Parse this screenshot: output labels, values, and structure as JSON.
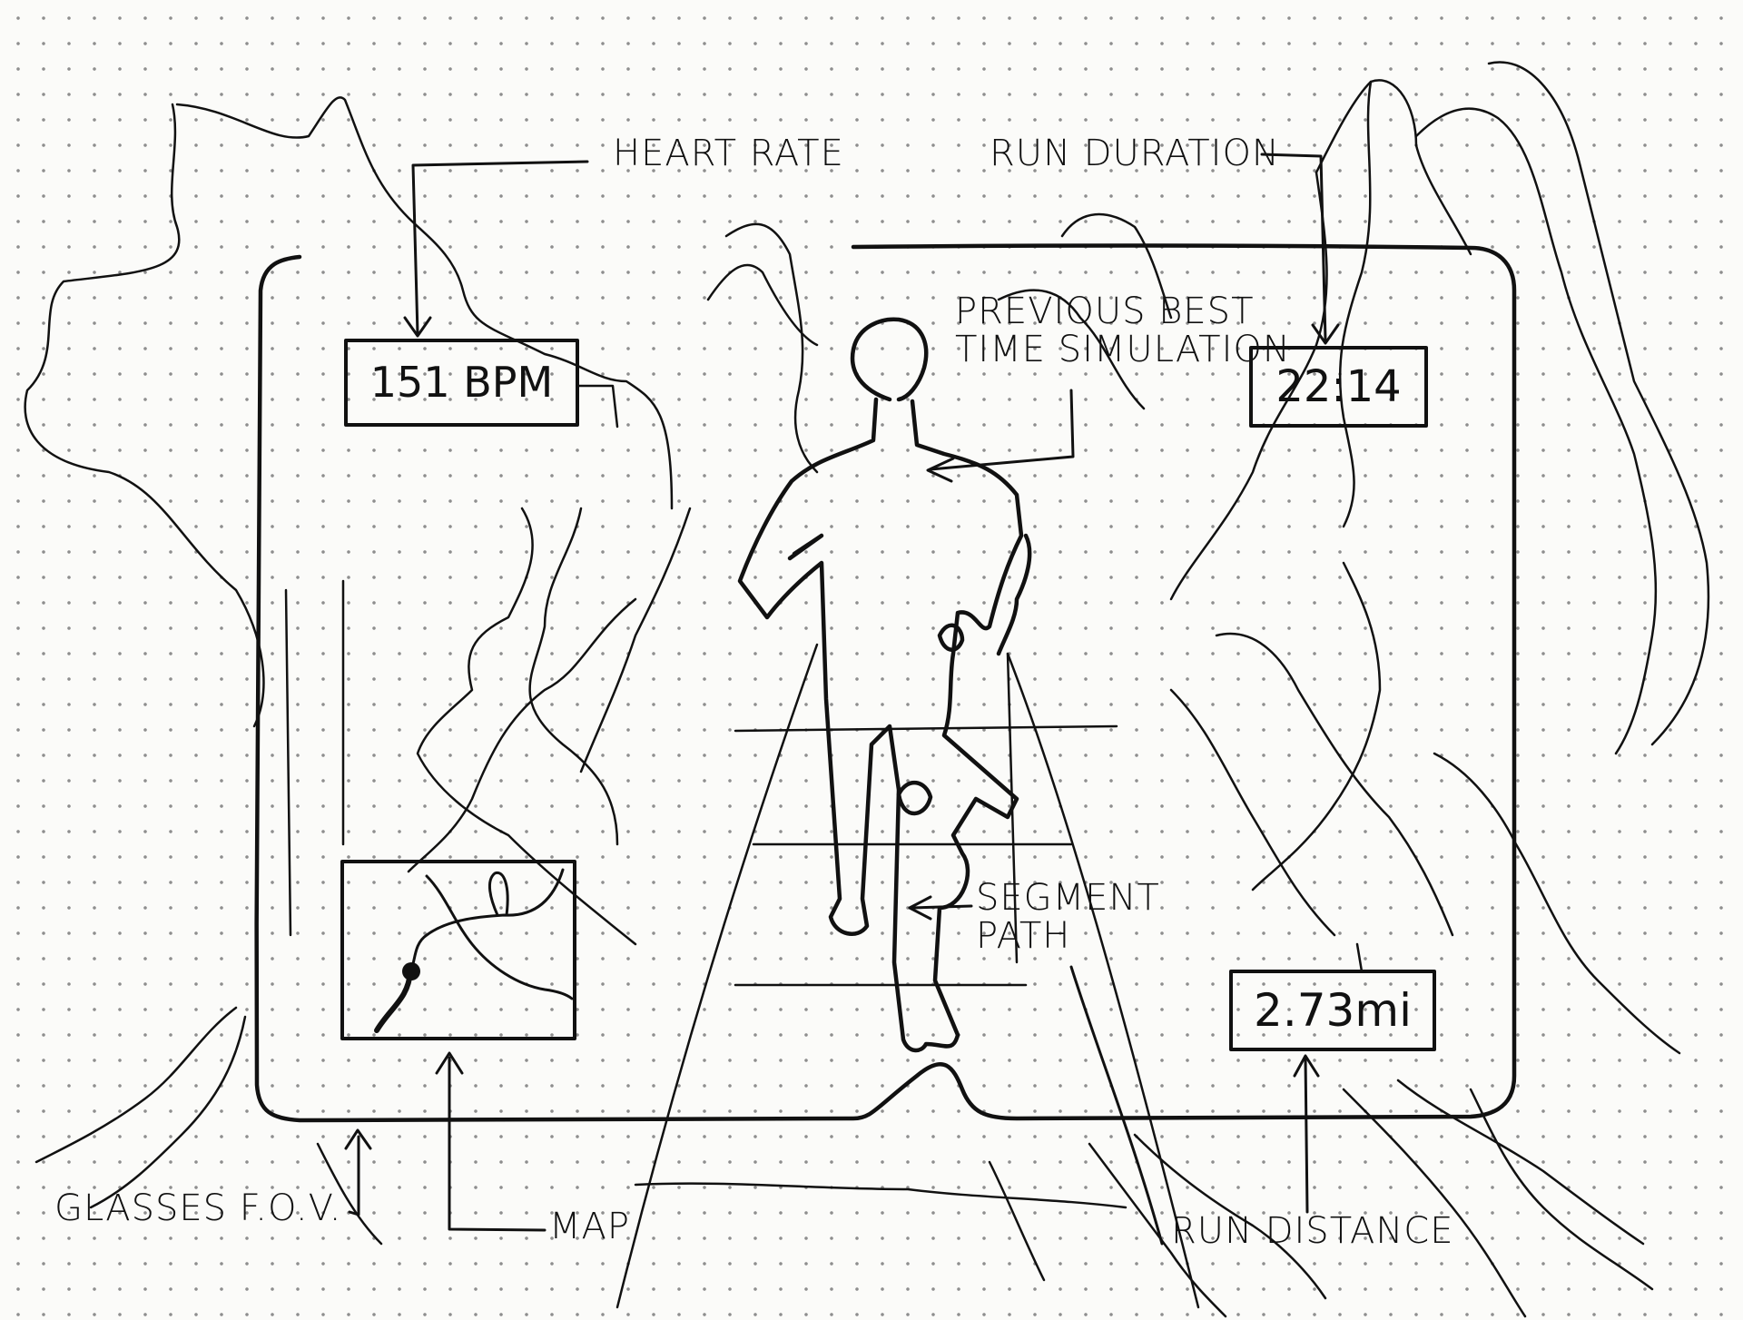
{
  "hud": {
    "heart_rate": {
      "label": "HEART RATE",
      "value": "151 BPM"
    },
    "run_duration": {
      "label": "RUN DURATION",
      "value": "22:14"
    },
    "run_distance": {
      "label": "RUN DISTANCE",
      "value": "2.73mi"
    },
    "previous_best": {
      "label_line1": "PREVIOUS BEST",
      "label_line2": "TIME SIMULATION"
    },
    "segment_path": {
      "label_line1": "SEGMENT",
      "label_line2": "PATH"
    },
    "glasses_fov": {
      "label": "GLASSES F.O.V."
    },
    "map": {
      "label": "MAP"
    }
  },
  "colors": {
    "ink": "#111111",
    "paper": "#fbfbf9",
    "dots": "#8e8e8e"
  }
}
